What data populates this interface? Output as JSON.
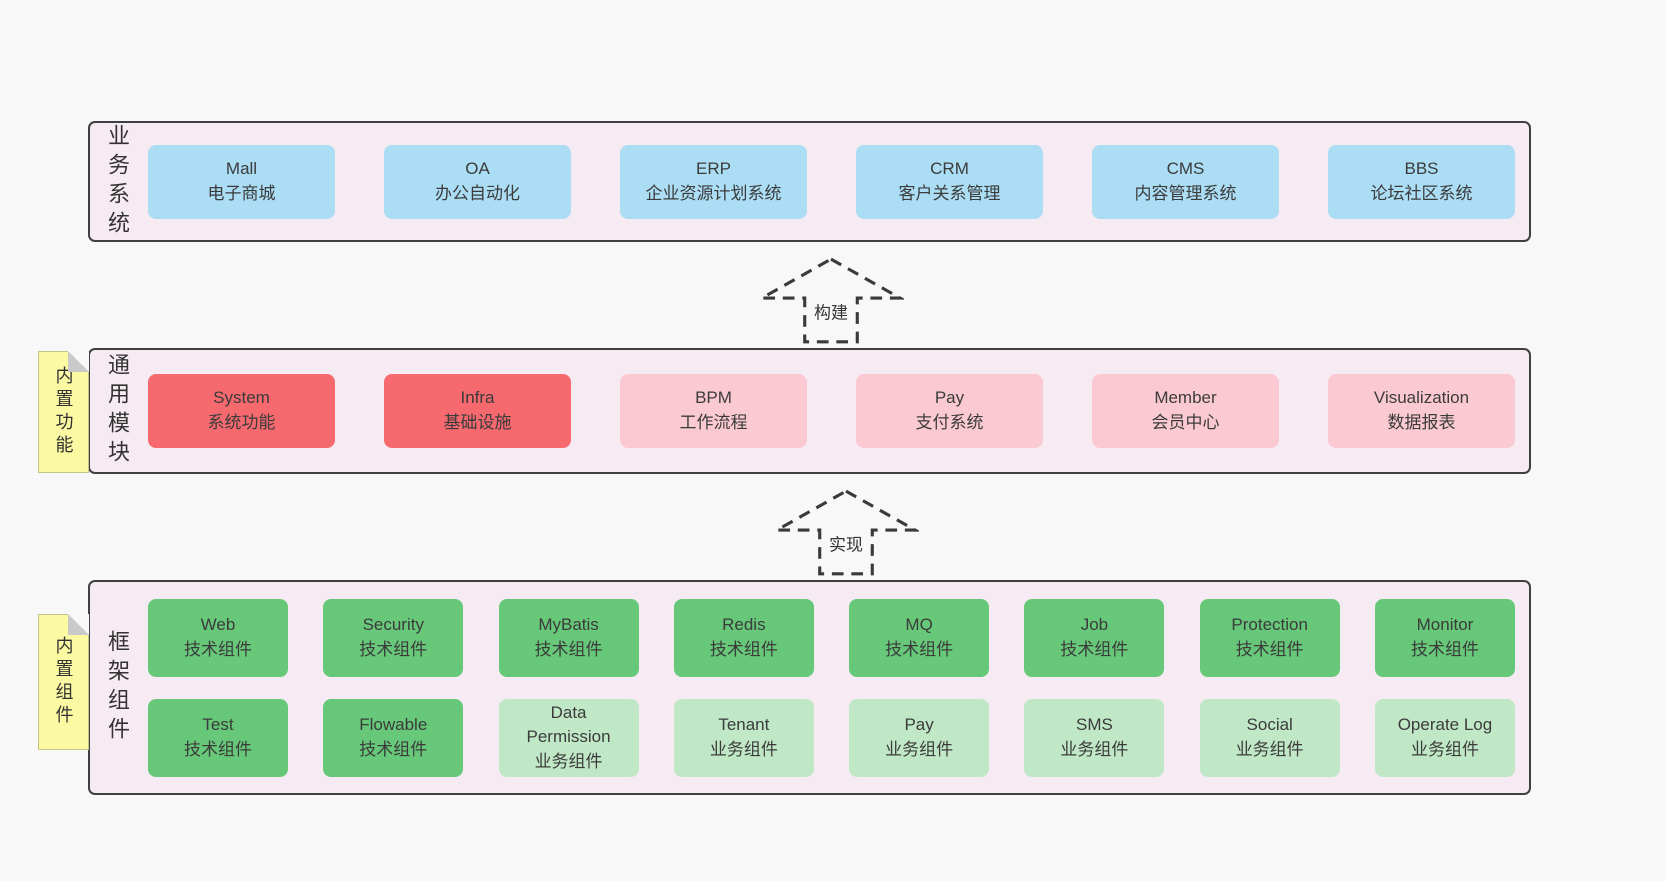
{
  "colors": {
    "page_bg": "#f8f8f8",
    "layer_bg": "#f7ebf3",
    "layer_border": "#404040",
    "blue": "#abddf5",
    "red": "#f5696f",
    "pink": "#fbc9d2",
    "green": "#66c878",
    "light_green": "#c0e8c7",
    "note_yellow": "#fbf9a2",
    "note_fold_gray": "#c9c9c9",
    "text": "#3b3b3b"
  },
  "arrows": [
    {
      "label": "构建"
    },
    {
      "label": "实现"
    }
  ],
  "layers": [
    {
      "label": "业务系统",
      "rows": [
        [
          {
            "name": "Mall",
            "desc": "电子商城",
            "variant": "blue"
          },
          {
            "name": "OA",
            "desc": "办公自动化",
            "variant": "blue"
          },
          {
            "name": "ERP",
            "desc": "企业资源计划系统",
            "variant": "blue"
          },
          {
            "name": "CRM",
            "desc": "客户关系管理",
            "variant": "blue"
          },
          {
            "name": "CMS",
            "desc": "内容管理系统",
            "variant": "blue"
          },
          {
            "name": "BBS",
            "desc": "论坛社区系统",
            "variant": "blue"
          }
        ]
      ]
    },
    {
      "label": "通用模块",
      "note": "内置功能",
      "rows": [
        [
          {
            "name": "System",
            "desc": "系统功能",
            "variant": "red"
          },
          {
            "name": "Infra",
            "desc": "基础设施",
            "variant": "red"
          },
          {
            "name": "BPM",
            "desc": "工作流程",
            "variant": "pink"
          },
          {
            "name": "Pay",
            "desc": "支付系统",
            "variant": "pink"
          },
          {
            "name": "Member",
            "desc": "会员中心",
            "variant": "pink"
          },
          {
            "name": "Visualization",
            "desc": "数据报表",
            "variant": "pink"
          }
        ]
      ]
    },
    {
      "label": "框架组件",
      "note": "内置组件",
      "rows": [
        [
          {
            "name": "Web",
            "desc": "技术组件",
            "variant": "green"
          },
          {
            "name": "Security",
            "desc": "技术组件",
            "variant": "green"
          },
          {
            "name": "MyBatis",
            "desc": "技术组件",
            "variant": "green"
          },
          {
            "name": "Redis",
            "desc": "技术组件",
            "variant": "green"
          },
          {
            "name": "MQ",
            "desc": "技术组件",
            "variant": "green"
          },
          {
            "name": "Job",
            "desc": "技术组件",
            "variant": "green"
          },
          {
            "name": "Protection",
            "desc": "技术组件",
            "variant": "green"
          },
          {
            "name": "Monitor",
            "desc": "技术组件",
            "variant": "green"
          }
        ],
        [
          {
            "name": "Test",
            "desc": "技术组件",
            "variant": "green"
          },
          {
            "name": "Flowable",
            "desc": "技术组件",
            "variant": "green"
          },
          {
            "name": "Data Permission",
            "desc": "业务组件",
            "variant": "light-green"
          },
          {
            "name": "Tenant",
            "desc": "业务组件",
            "variant": "light-green"
          },
          {
            "name": "Pay",
            "desc": "业务组件",
            "variant": "light-green"
          },
          {
            "name": "SMS",
            "desc": "业务组件",
            "variant": "light-green"
          },
          {
            "name": "Social",
            "desc": "业务组件",
            "variant": "light-green"
          },
          {
            "name": "Operate Log",
            "desc": "业务组件",
            "variant": "light-green"
          }
        ]
      ]
    }
  ]
}
